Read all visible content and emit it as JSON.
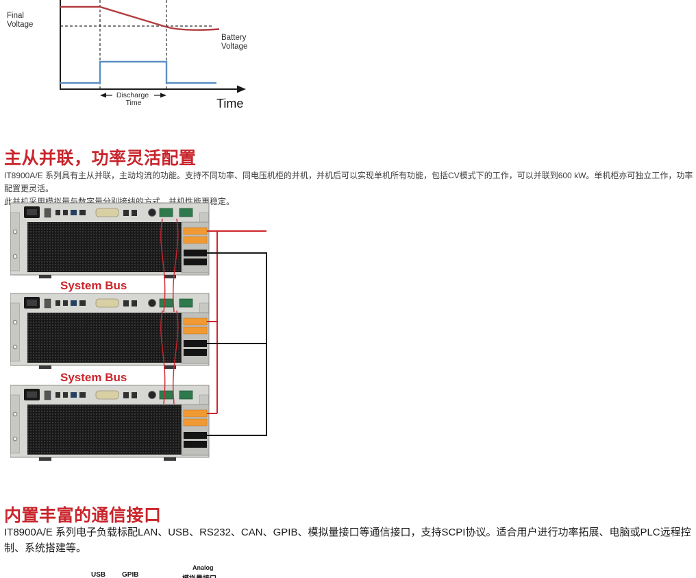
{
  "page": {
    "background": "#ffffff",
    "accent_color": "#c9252c"
  },
  "discharge_chart": {
    "type": "line",
    "final_voltage": [
      "Final",
      "Voltage"
    ],
    "battery_voltage": [
      "Battery",
      "Voltage"
    ],
    "discharge_time": [
      "Discharge",
      "Time"
    ],
    "time_axis": "Time",
    "curve_color": "#b23c3f",
    "pulse_color": "#5b8fc4",
    "description": "Battery voltage decays toward final voltage during discharge pulse"
  },
  "section_parallel": {
    "heading": "主从并联，功率灵活配置",
    "body_lines": [
      "IT8900A/E 系列具有主从并联，主动均流的功能。支持不同功率、同电压机柜的并机，并机后可以实现单机所有功能，包括CV模式下的工作，可以并联到600 kW。单机柜亦可独立工作，功率配置更灵活。",
      "此并机采用模拟量与数字量分别接线的方式，并机性能更稳定。"
    ],
    "diagram": {
      "unit_count": 3,
      "system_bus_labels": [
        "System Bus",
        "System Bus"
      ],
      "wire_colors": {
        "positive": "#d0252c",
        "negative": "#1a1a1a"
      }
    }
  },
  "section_comm": {
    "heading": "内置丰富的通信接口",
    "body": "IT8900A/E 系列电子负载标配LAN、USB、RS232、CAN、GPIB、模拟量接口等通信接口，支持SCPI协议。适合用户进行功率拓展、电脑或PLC远程控制、系统搭建等。",
    "interface_labels": {
      "usb": "USB",
      "gpib": "GPIB",
      "analog_en": "Analog",
      "analog_cn": "模拟量接口"
    }
  }
}
